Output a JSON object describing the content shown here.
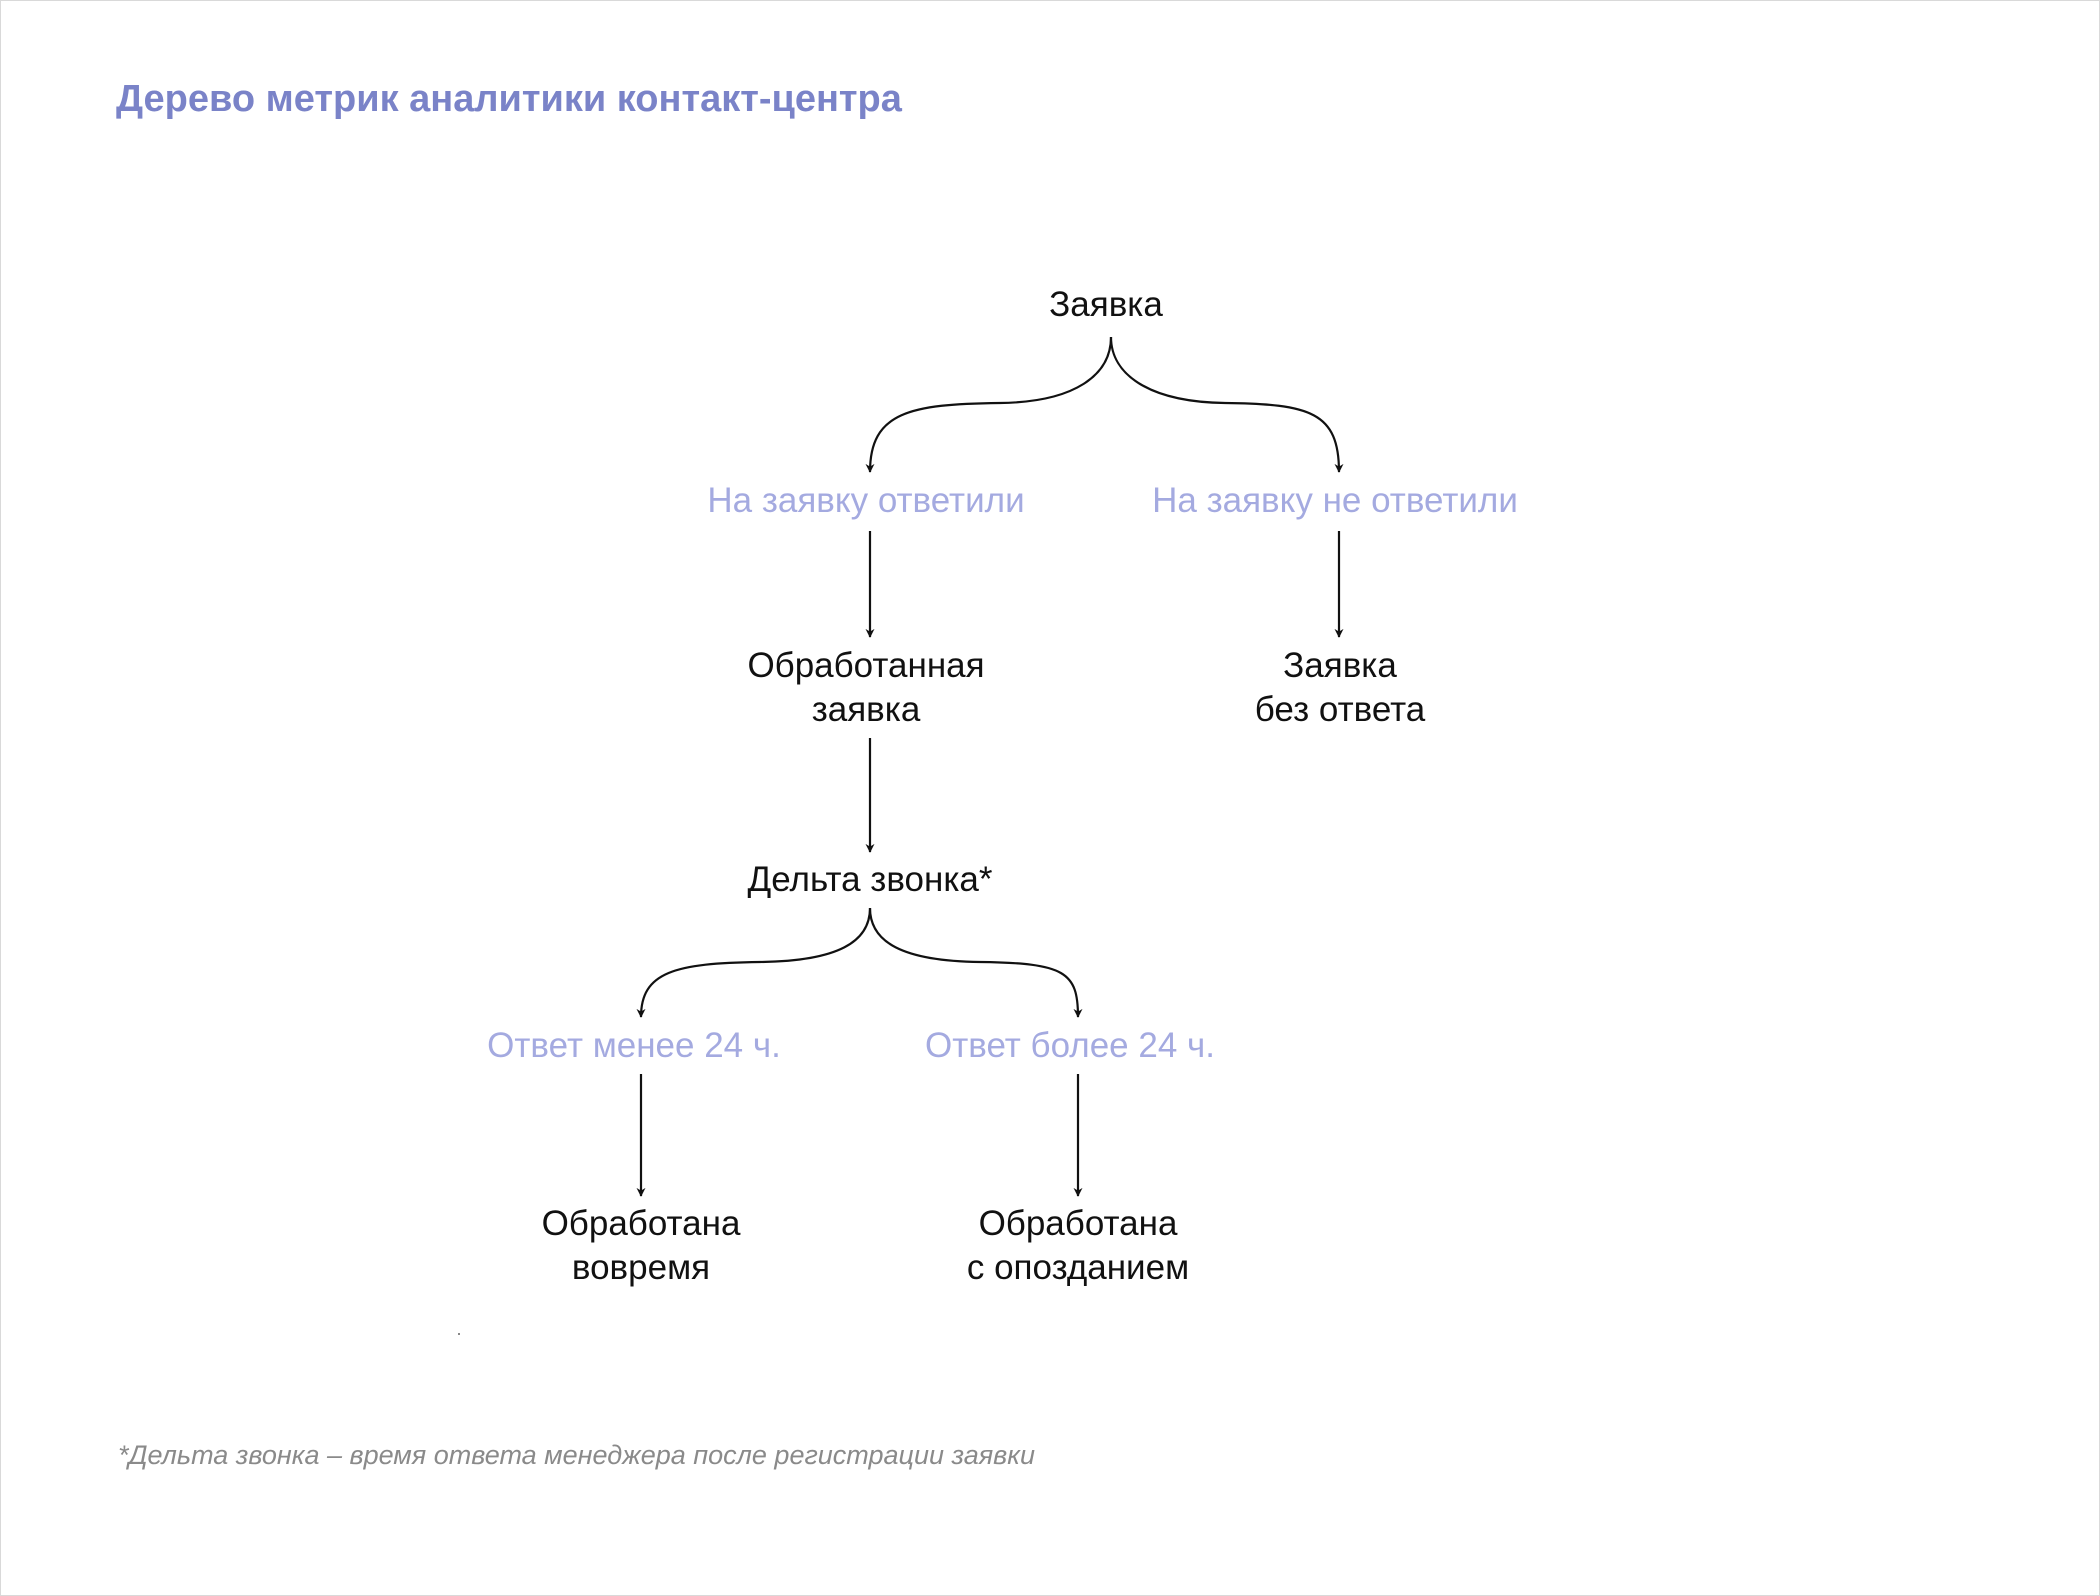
{
  "title": "Дерево метрик аналитики контакт-центра",
  "tree": {
    "root": "Заявка",
    "answered": "На заявку ответили",
    "not_answered": "На заявку не ответили",
    "processed": {
      "line1": "Обработанная",
      "line2": "заявка"
    },
    "unanswered": {
      "line1": "Заявка",
      "line2": "без ответа"
    },
    "delta": "Дельта звонка*",
    "under_24": "Ответ менее 24 ч.",
    "over_24": "Ответ более 24 ч.",
    "on_time": {
      "line1": "Обработана",
      "line2": "вовремя"
    },
    "late": {
      "line1": "Обработана",
      "line2": "с опозданием"
    }
  },
  "footnote": "*Дельта звонка – время ответа менеджера после регистрации заявки",
  "colors": {
    "title": "#7a83c8",
    "branch_label": "#a4aae0",
    "node_text": "#111111",
    "footnote": "#8a8a8a"
  }
}
